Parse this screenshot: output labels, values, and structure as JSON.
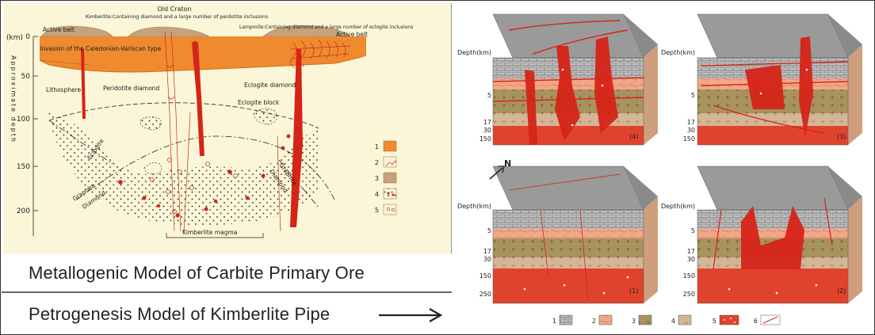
{
  "left": {
    "title": "Old Craton",
    "kimberlite_note": "Kimberlite:Containing diamond and a large number of perdotite inclusions",
    "lamproite_note": "Lamproite:Containing diamond and a large number of eclogite inclusions",
    "active_belt_left": "Active belt",
    "active_belt_right": "Active belt",
    "invasion": "Invasion of the Caledonian-Variscan type",
    "km_unit": "(km)",
    "axis_title": "Approximate depth",
    "depth_ticks": [
      "0",
      "50",
      "100",
      "150",
      "200"
    ],
    "lithosphere": "Lithosphere",
    "peridotite_diamond": "Peridotite diamond",
    "eclogite_diamond": "Eclogite diamond",
    "eclogite_block": "Eclogite block",
    "eclogite": "Eclogite",
    "graphite_left": "Graphite",
    "diamond_left": "Diamond",
    "graphite_right": "Graphite",
    "diamond_right": "Diamond",
    "kimberlite_magma": "Kimberlite magma",
    "legend": [
      "1",
      "2",
      "3",
      "4",
      "5"
    ]
  },
  "captions": {
    "metallogenic": "Metallogenic Model of Carbite Primary Ore",
    "petrogenesis": "Petrogenesis Model of Kimberlite Pipe"
  },
  "right": {
    "depth_label": "Depth(km)",
    "north": "N",
    "blocks": [
      {
        "label": "(4)",
        "depths": [
          "5",
          "17",
          "30",
          "150"
        ]
      },
      {
        "label": "(3)",
        "depths": [
          "5",
          "17",
          "30",
          "150"
        ]
      },
      {
        "label": "(1)",
        "depths": [
          "5",
          "17",
          "30",
          "150",
          "250"
        ]
      },
      {
        "label": "(2)",
        "depths": [
          "5",
          "17",
          "30",
          "150",
          "250"
        ]
      }
    ],
    "legend": [
      "1",
      "2",
      "3",
      "4",
      "5",
      "6"
    ]
  }
}
